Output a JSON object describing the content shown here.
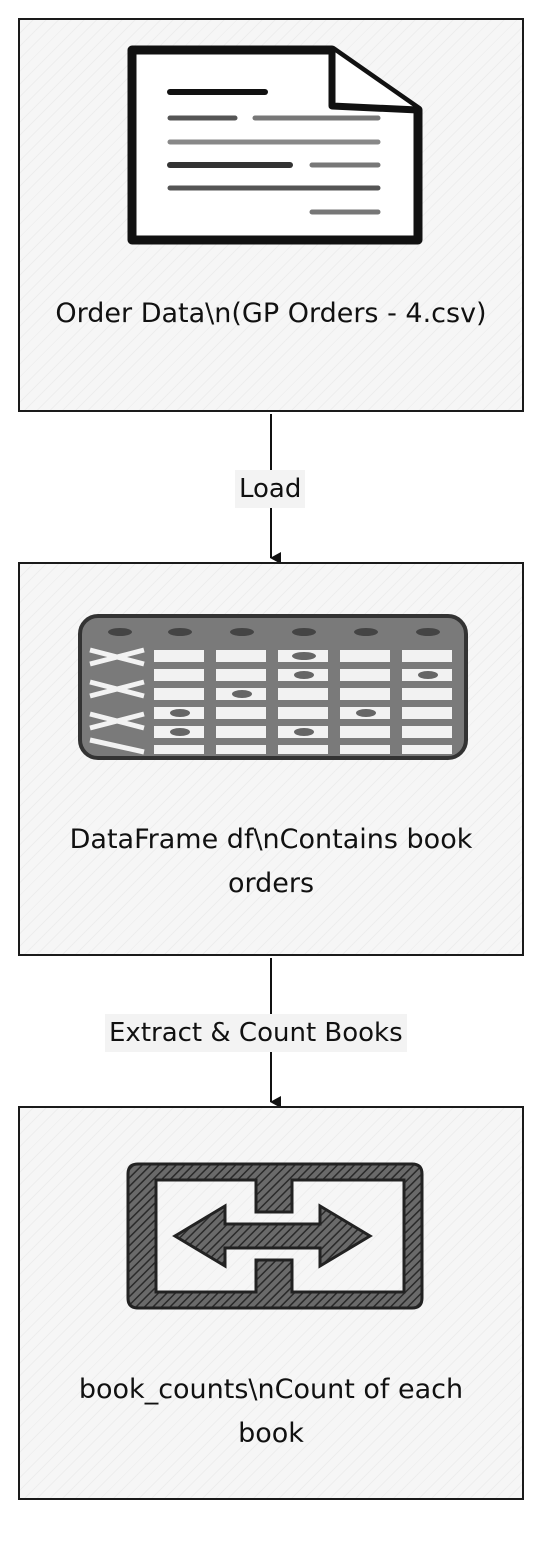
{
  "nodes": [
    {
      "label": "Order Data\\n(GP Orders - 4.csv)",
      "icon": "document-icon"
    },
    {
      "label": "DataFrame df\\nContains book orders",
      "icon": "table-icon"
    },
    {
      "label": "book_counts\\nCount of each book",
      "icon": "transform-arrows-icon"
    }
  ],
  "edges": [
    {
      "label": "Load"
    },
    {
      "label": "Extract & Count Books"
    }
  ]
}
